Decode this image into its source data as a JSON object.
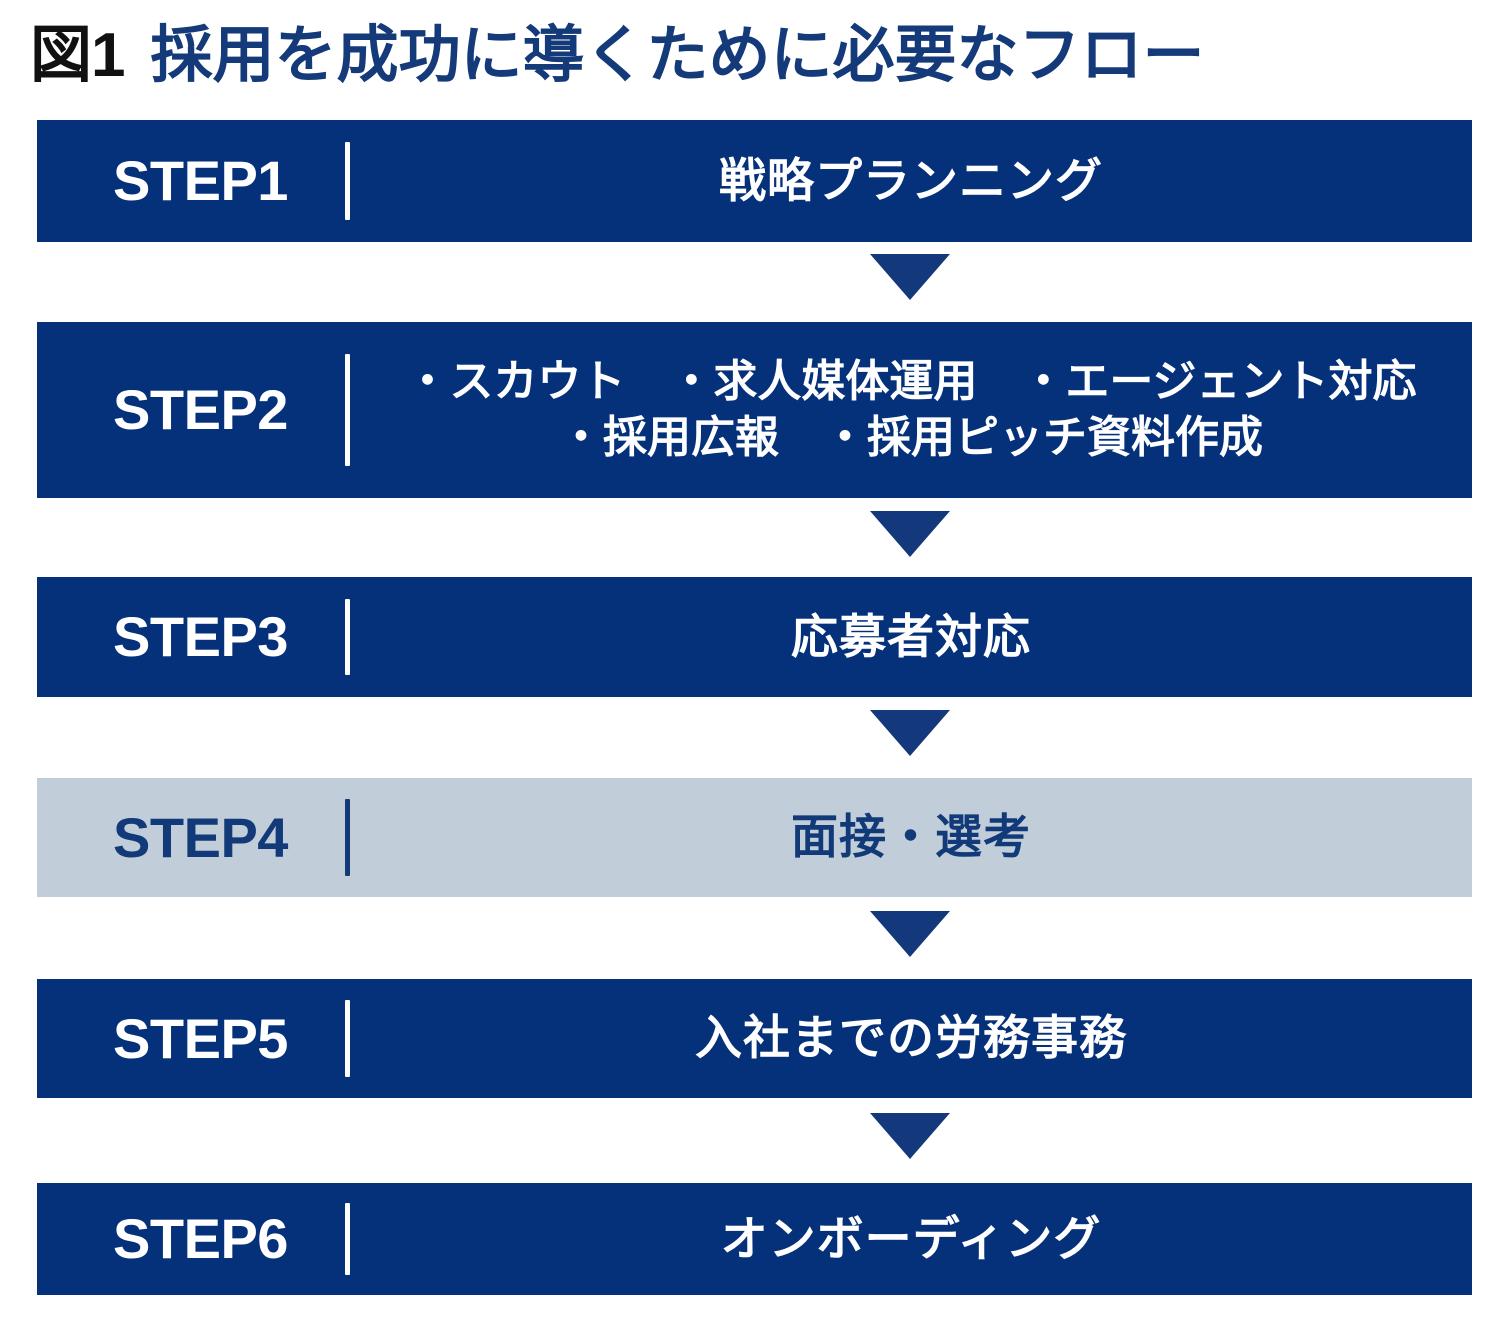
{
  "title": {
    "figure_number": "図1",
    "text": "採用を成功に導くために必要なフロー"
  },
  "colors": {
    "bar_dark": "#05307a",
    "bar_light": "#c1ced9",
    "title_blue": "#143a79",
    "title_black": "#111111",
    "arrow": "#14387c",
    "text_on_dark": "#ffffff",
    "text_on_light": "#123a79"
  },
  "steps": [
    {
      "label": "STEP1",
      "highlighted": false,
      "lines": [
        "戦略プランニング"
      ]
    },
    {
      "label": "STEP2",
      "highlighted": false,
      "lines": [
        "・スカウト　・求人媒体運用　・エージェント対応",
        "・採用広報　・採用ピッチ資料作成"
      ]
    },
    {
      "label": "STEP3",
      "highlighted": false,
      "lines": [
        "応募者対応"
      ]
    },
    {
      "label": "STEP4",
      "highlighted": true,
      "lines": [
        "面接・選考"
      ]
    },
    {
      "label": "STEP5",
      "highlighted": false,
      "lines": [
        "入社までの労務事務"
      ]
    },
    {
      "label": "STEP6",
      "highlighted": false,
      "lines": [
        "オンボーディング"
      ]
    }
  ],
  "arrows": [
    {
      "name": "arrow-step1-to-step2"
    },
    {
      "name": "arrow-step2-to-step3"
    },
    {
      "name": "arrow-step3-to-step4"
    },
    {
      "name": "arrow-step4-to-step5"
    },
    {
      "name": "arrow-step5-to-step6"
    }
  ]
}
